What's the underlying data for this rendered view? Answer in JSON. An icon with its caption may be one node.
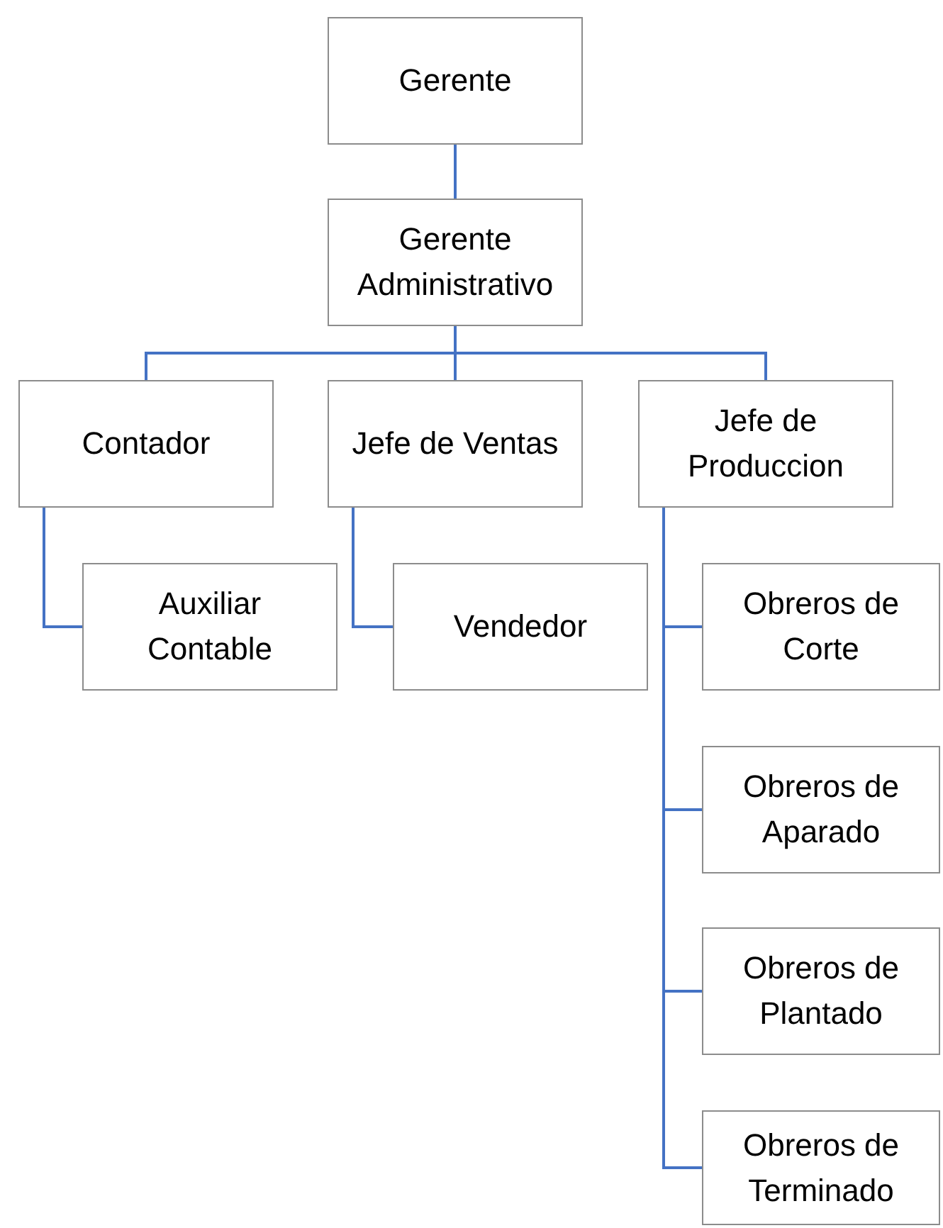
{
  "diagram": {
    "nodes": [
      {
        "text": [
          "Gerente"
        ]
      },
      {
        "text": [
          "Gerente Administrativo"
        ]
      },
      {
        "text": [
          "Contador"
        ]
      },
      {
        "text": [
          "Jefe de Ventas"
        ]
      },
      {
        "text": [
          "Jefe de Produccion"
        ]
      },
      {
        "text": [
          "Auxiliar Contable"
        ]
      },
      {
        "text": [
          "Vendedor"
        ]
      },
      {
        "text": [
          "Obreros de Corte"
        ]
      },
      {
        "text": [
          "Obreros de Aparado"
        ]
      },
      {
        "text": [
          "Obreros de Plantado"
        ]
      },
      {
        "text": [
          "Obreros de Terminado"
        ]
      }
    ],
    "edges": [
      {
        "from": 0,
        "to": 1,
        "arrow": "none"
      },
      {
        "from": 1,
        "to": 2,
        "arrow": "none"
      },
      {
        "from": 1,
        "to": 3,
        "arrow": "none"
      },
      {
        "from": 1,
        "to": 4,
        "arrow": "none"
      },
      {
        "from": 2,
        "to": 5,
        "arrow": "none"
      },
      {
        "from": 3,
        "to": 6,
        "arrow": "none"
      },
      {
        "from": 4,
        "to": 7,
        "arrow": "none"
      },
      {
        "from": 4,
        "to": 8,
        "arrow": "none"
      },
      {
        "from": 4,
        "to": 9,
        "arrow": "none"
      },
      {
        "from": 4,
        "to": 10,
        "arrow": "none"
      }
    ]
  }
}
